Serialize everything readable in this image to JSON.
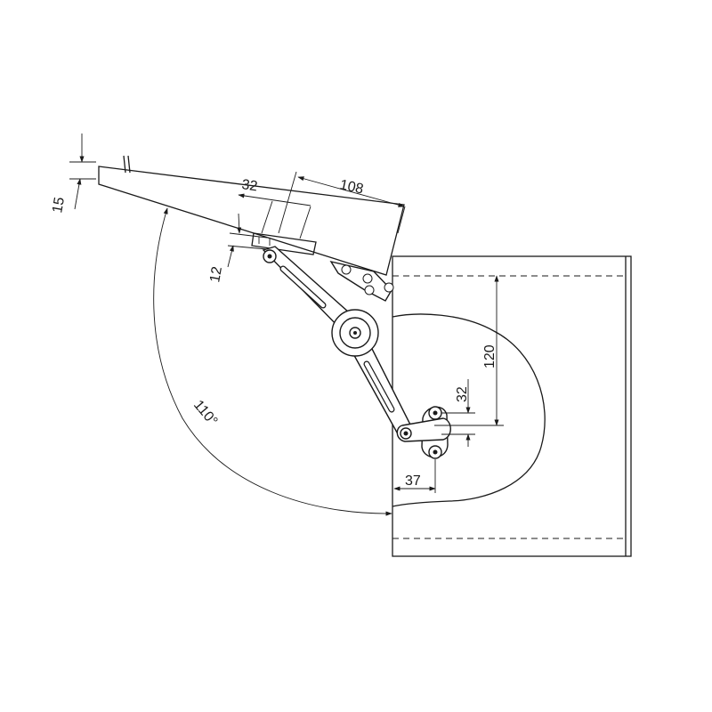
{
  "dimensions": {
    "lid_thickness": "15",
    "mount_offset": "12",
    "mount_width": "32",
    "mount_distance": "108",
    "vertical_height": "120",
    "bracket_spacing": "32",
    "side_offset": "37",
    "opening_angle": "110°"
  },
  "colors": {
    "line": "#1a1a1a",
    "background": "#ffffff"
  }
}
